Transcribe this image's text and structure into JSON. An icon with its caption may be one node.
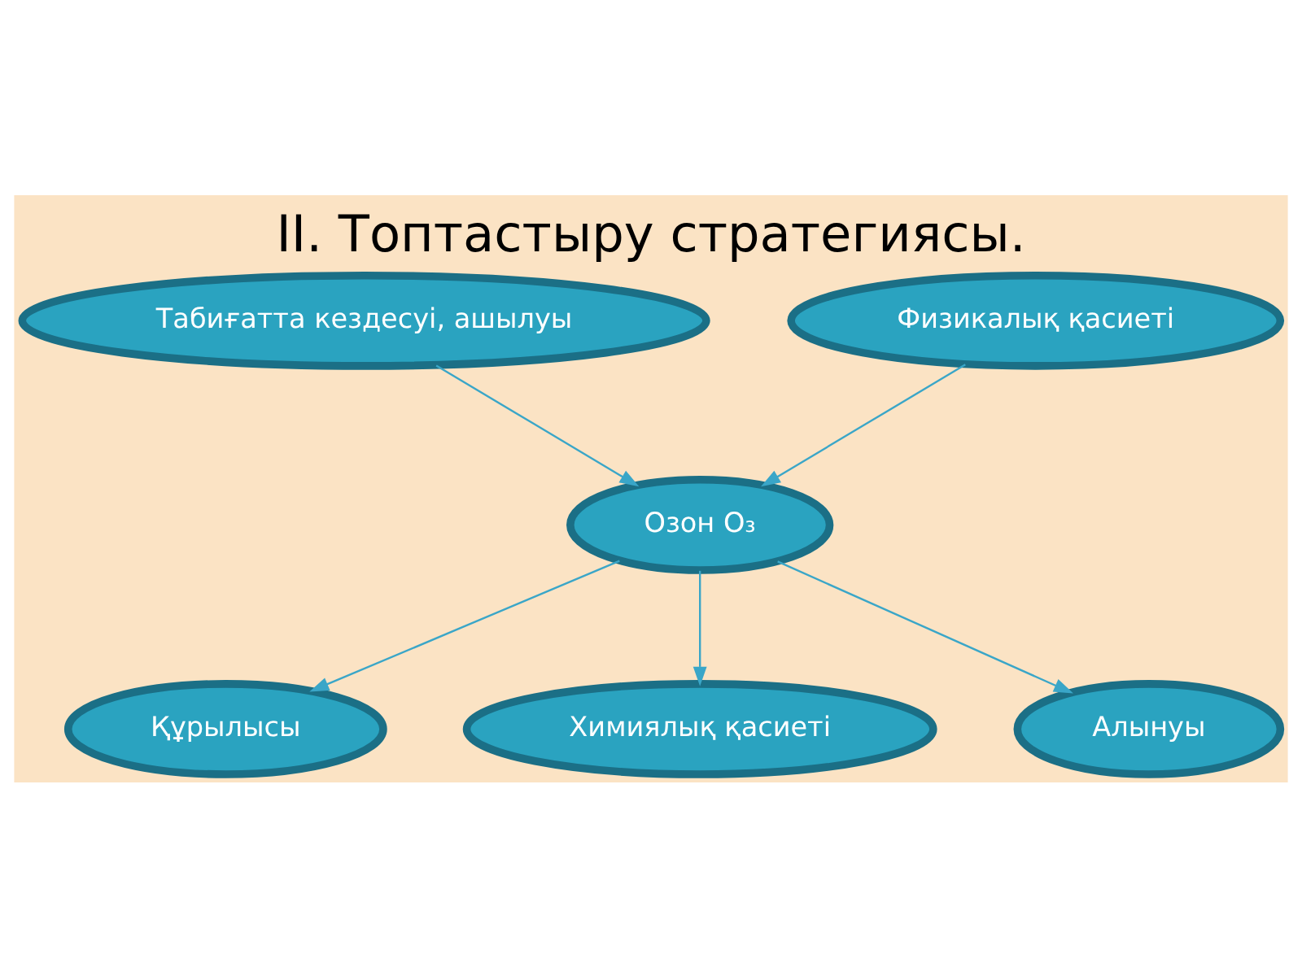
{
  "diagram": {
    "title": "ІІ. Топтастыру стратегиясы.",
    "nodes": [
      {
        "text": [
          "Табиғатта кездесуі, ашылуы"
        ]
      },
      {
        "text": [
          "Физикалық қасиеті"
        ]
      },
      {
        "text": [
          "Озон О₃"
        ]
      },
      {
        "text": [
          "Құрылысы"
        ]
      },
      {
        "text": [
          "Химиялық қасиеті"
        ]
      },
      {
        "text": [
          "Алынуы"
        ]
      }
    ],
    "edges": [
      {
        "from": 0,
        "to": 2,
        "arrow": "to"
      },
      {
        "from": 1,
        "to": 2,
        "arrow": "to"
      },
      {
        "from": 2,
        "to": 3,
        "arrow": "to"
      },
      {
        "from": 2,
        "to": 4,
        "arrow": "to"
      },
      {
        "from": 2,
        "to": 5,
        "arrow": "to"
      }
    ]
  }
}
